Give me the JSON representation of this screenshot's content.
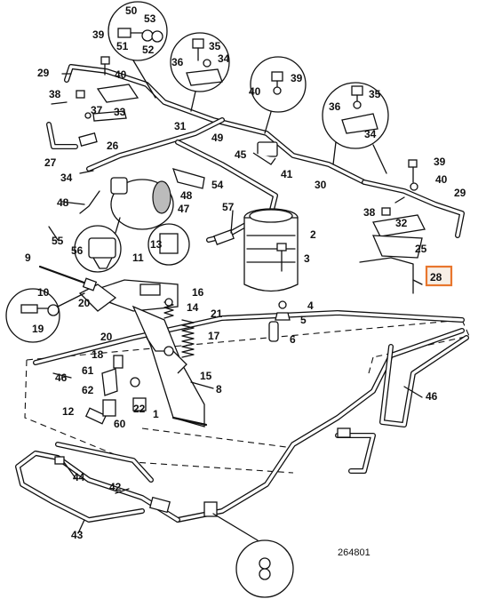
{
  "diagram": {
    "drawing_number": "264801",
    "highlight_color": "#e8762d",
    "highlighted_callout": "28",
    "callouts": [
      {
        "id": "c50",
        "label": "50"
      },
      {
        "id": "c53",
        "label": "53"
      },
      {
        "id": "c51",
        "label": "51"
      },
      {
        "id": "c52",
        "label": "52"
      },
      {
        "id": "c39a",
        "label": "39"
      },
      {
        "id": "c29a",
        "label": "29"
      },
      {
        "id": "c40a",
        "label": "40"
      },
      {
        "id": "c38a",
        "label": "38"
      },
      {
        "id": "c37",
        "label": "37"
      },
      {
        "id": "c33",
        "label": "33"
      },
      {
        "id": "c26",
        "label": "26"
      },
      {
        "id": "c27",
        "label": "27"
      },
      {
        "id": "c35a",
        "label": "35"
      },
      {
        "id": "c36a",
        "label": "36"
      },
      {
        "id": "c34a",
        "label": "34"
      },
      {
        "id": "c40b",
        "label": "40"
      },
      {
        "id": "c39b",
        "label": "39"
      },
      {
        "id": "c31",
        "label": "31"
      },
      {
        "id": "c49",
        "label": "49"
      },
      {
        "id": "c35b",
        "label": "35"
      },
      {
        "id": "c36b",
        "label": "36"
      },
      {
        "id": "c34b",
        "label": "34"
      },
      {
        "id": "c45",
        "label": "45"
      },
      {
        "id": "c41",
        "label": "41"
      },
      {
        "id": "c30",
        "label": "30"
      },
      {
        "id": "c34c",
        "label": "34"
      },
      {
        "id": "c54",
        "label": "54"
      },
      {
        "id": "c48a",
        "label": "48"
      },
      {
        "id": "c48b",
        "label": "48"
      },
      {
        "id": "c47",
        "label": "47"
      },
      {
        "id": "c55",
        "label": "55"
      },
      {
        "id": "c56",
        "label": "56"
      },
      {
        "id": "c57",
        "label": "57"
      },
      {
        "id": "c13",
        "label": "13"
      },
      {
        "id": "c11",
        "label": "11"
      },
      {
        "id": "c2",
        "label": "2"
      },
      {
        "id": "c3",
        "label": "3"
      },
      {
        "id": "c39c",
        "label": "39"
      },
      {
        "id": "c40c",
        "label": "40"
      },
      {
        "id": "c29b",
        "label": "29"
      },
      {
        "id": "c38b",
        "label": "38"
      },
      {
        "id": "c32",
        "label": "32"
      },
      {
        "id": "c25",
        "label": "25"
      },
      {
        "id": "c28",
        "label": "28"
      },
      {
        "id": "c9",
        "label": "9"
      },
      {
        "id": "c20a",
        "label": "20"
      },
      {
        "id": "c10",
        "label": "10"
      },
      {
        "id": "c19",
        "label": "19"
      },
      {
        "id": "c16",
        "label": "16"
      },
      {
        "id": "c14",
        "label": "14"
      },
      {
        "id": "c21",
        "label": "21"
      },
      {
        "id": "c17",
        "label": "17"
      },
      {
        "id": "c4",
        "label": "4"
      },
      {
        "id": "c5",
        "label": "5"
      },
      {
        "id": "c6",
        "label": "6"
      },
      {
        "id": "c20b",
        "label": "20"
      },
      {
        "id": "c18",
        "label": "18"
      },
      {
        "id": "c15",
        "label": "15"
      },
      {
        "id": "c46a",
        "label": "46"
      },
      {
        "id": "c61",
        "label": "61"
      },
      {
        "id": "c62",
        "label": "62"
      },
      {
        "id": "c8",
        "label": "8"
      },
      {
        "id": "c12",
        "label": "12"
      },
      {
        "id": "c22",
        "label": "22"
      },
      {
        "id": "c1",
        "label": "1"
      },
      {
        "id": "c60",
        "label": "60"
      },
      {
        "id": "c46b",
        "label": "46"
      },
      {
        "id": "c44",
        "label": "44"
      },
      {
        "id": "c42",
        "label": "42"
      },
      {
        "id": "c43",
        "label": "43"
      }
    ]
  }
}
